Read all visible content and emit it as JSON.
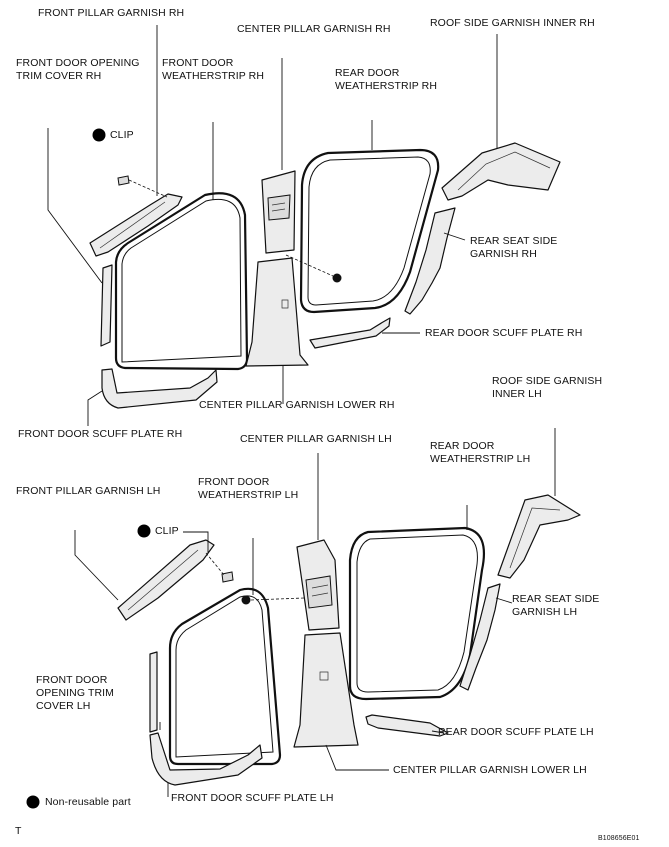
{
  "labels": {
    "front_pillar_rh": "FRONT PILLAR GARNISH RH",
    "center_pillar_rh": "CENTER PILLAR GARNISH RH",
    "roof_side_inner_rh": "ROOF SIDE GARNISH INNER RH",
    "front_door_opening_trim_rh": "FRONT DOOR OPENING\nTRIM COVER RH",
    "front_door_ws_rh": "FRONT DOOR\nWEATHERSTRIP RH",
    "rear_door_ws_rh": "REAR DOOR\nWEATHERSTRIP RH",
    "clip_top": "CLIP",
    "rear_seat_side_rh": "REAR SEAT SIDE\nGARNISH RH",
    "rear_door_scuff_rh": "REAR DOOR SCUFF PLATE RH",
    "roof_side_inner_lh": "ROOF SIDE GARNISH\nINNER LH",
    "center_pillar_lower_rh": "CENTER PILLAR GARNISH LOWER RH",
    "front_door_scuff_rh": "FRONT DOOR SCUFF PLATE RH",
    "center_pillar_lh": "CENTER PILLAR GARNISH LH",
    "rear_door_ws_lh": "REAR DOOR\nWEATHERSTRIP LH",
    "front_door_ws_lh": "FRONT DOOR\nWEATHERSTRIP LH",
    "front_pillar_lh": "FRONT PILLAR GARNISH LH",
    "clip_bottom": "CLIP",
    "rear_seat_side_lh": "REAR SEAT SIDE\nGARNISH LH",
    "front_door_opening_trim_lh": "FRONT DOOR\nOPENING TRIM\nCOVER LH",
    "rear_door_scuff_lh": "REAR DOOR SCUFF PLATE LH",
    "center_pillar_lower_lh": "CENTER PILLAR GARNISH LOWER LH",
    "front_door_scuff_lh": "FRONT DOOR SCUFF PLATE LH",
    "legend_non_reusable": "Non-reusable part",
    "corner_mark": "T",
    "figure_code": "B108656E01"
  },
  "colors": {
    "line": "#111111",
    "part_fill": "#ececec",
    "non_reusable_dot": "#000000"
  }
}
